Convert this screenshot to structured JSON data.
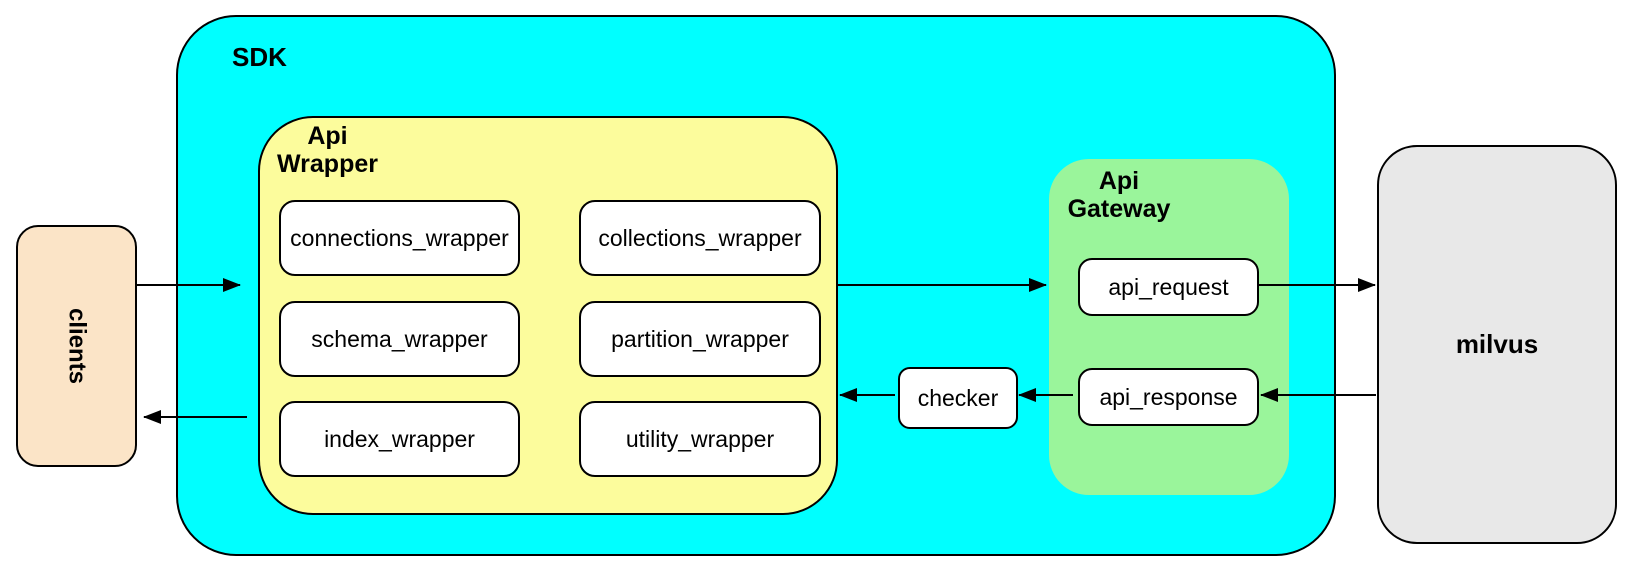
{
  "colors": {
    "sdk_fill": "#00FFFF",
    "wrapper_fill": "#FCFC9C",
    "gateway_fill": "#9AF59B",
    "clients_fill": "#FBE4C7",
    "milvus_fill": "#E8E8E8",
    "node_fill": "#FFFFFF",
    "line": "#000000"
  },
  "nodes": {
    "clients": {
      "label": "clients"
    },
    "sdk": {
      "label": "SDK"
    },
    "api_wrapper": {
      "title_line1": "Api",
      "title_line2": "Wrapper",
      "boxes": [
        {
          "label": "connections_wrapper"
        },
        {
          "label": "collections_wrapper"
        },
        {
          "label": "schema_wrapper"
        },
        {
          "label": "partition_wrapper"
        },
        {
          "label": "index_wrapper"
        },
        {
          "label": "utility_wrapper"
        }
      ]
    },
    "checker": {
      "label": "checker"
    },
    "api_gateway": {
      "title_line1": "Api",
      "title_line2": "Gateway",
      "request_label": "api_request",
      "response_label": "api_response"
    },
    "milvus": {
      "label": "milvus"
    }
  },
  "edges": [
    {
      "from": "clients",
      "to": "api_wrapper"
    },
    {
      "from": "api_wrapper",
      "to": "api_gateway"
    },
    {
      "from": "api_request",
      "to": "milvus"
    },
    {
      "from": "milvus",
      "to": "api_response"
    },
    {
      "from": "api_response",
      "to": "checker"
    },
    {
      "from": "checker",
      "to": "api_wrapper"
    },
    {
      "from": "api_wrapper",
      "to": "clients"
    }
  ]
}
